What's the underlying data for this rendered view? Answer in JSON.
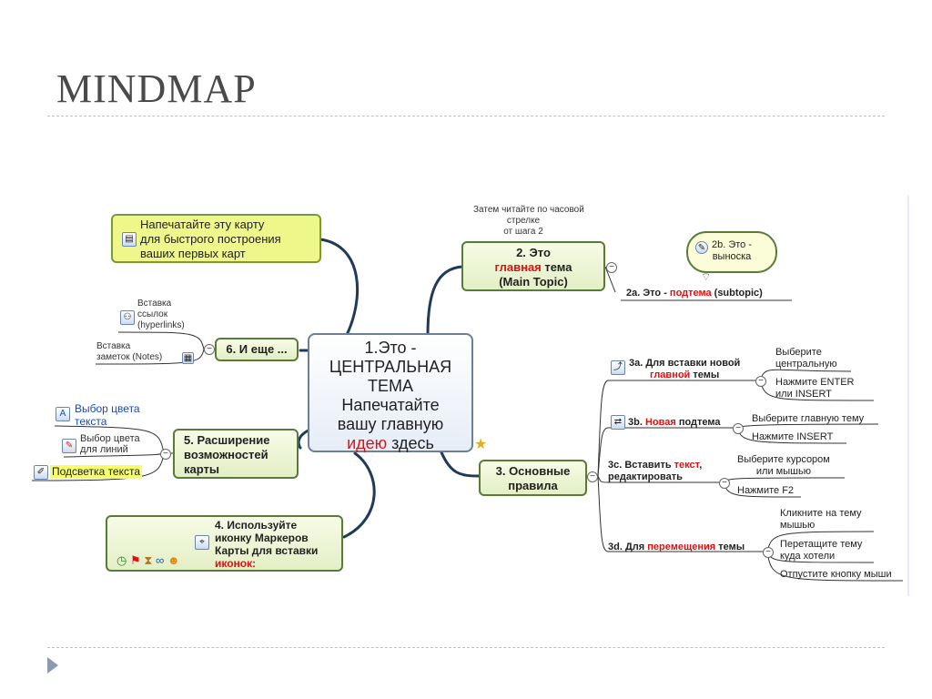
{
  "slide": {
    "title": "MINDMAP"
  },
  "central": {
    "line1": "1.Это -",
    "line2": "ЦЕНТРАЛЬНАЯ",
    "line3": "ТЕМА",
    "line4": "Напечатайте",
    "line5": "вашу главную",
    "line6_red": "идею",
    "line6_rest": " здесь"
  },
  "print_note": {
    "line1": "Напечатайте эту карту",
    "line2": "для быстрого построения",
    "line3": "ваших первых карт"
  },
  "clockwise_note": {
    "line1": "Затем читайте по часовой",
    "line2": "стрелке",
    "line3": "от шага 2"
  },
  "main_topic": {
    "line1": "2. Это",
    "line2_red": "главная",
    "line2_rest": " тема",
    "line3": "(Main Topic)"
  },
  "subtopic": {
    "prefix": "2a. Это - ",
    "red": "подтема",
    "suffix": " (subtopic)"
  },
  "callout": {
    "line1": "2b. Это -",
    "line2": "выноска"
  },
  "more": {
    "label": "6. И еще ...",
    "links_line1": "Вставка",
    "links_line2": "ссылок",
    "links_line3": "(hyperlinks)",
    "notes_line1": "Вставка",
    "notes_line2": "заметок (Notes)"
  },
  "extend": {
    "line1": "5. Расширение",
    "line2": "возможностей",
    "line3": "карты",
    "text_color_line1": "Выбор цвета",
    "text_color_line2": "текста",
    "line_color_line1": "Выбор цвета",
    "line_color_line2": "для линий",
    "highlight": "Подсветка текста"
  },
  "markers": {
    "line1": "4. Используйте",
    "line2": "иконку Маркеров",
    "line3": "Карты для вставки",
    "line4_red": "иконок:"
  },
  "rules": {
    "line1": "3. Основные",
    "line2": "правила",
    "r3a": {
      "line1": "3a. Для вставки новой",
      "line2_red": "главной",
      "line2_rest": " темы",
      "c1_line1": "Выберите",
      "c1_line2": "центральную",
      "c2_line1": "Нажмите ENTER",
      "c2_line2": "или INSERT"
    },
    "r3b": {
      "prefix": "3b. ",
      "red": "Новая",
      "suffix": " подтема",
      "c1": "Выберите главную тему",
      "c2": "Нажмите INSERT"
    },
    "r3c": {
      "line1_prefix": "3c. Вставить ",
      "line1_red": "текст",
      "line1_suffix": ",",
      "line2": "редактировать",
      "c1_line1": "Выберите курсором",
      "c1_line2": "или мышью",
      "c2": "Нажмите F2"
    },
    "r3d": {
      "prefix": "3d. Для ",
      "red": "перемещения",
      "suffix": " темы",
      "c1_line1": "Кликните на тему",
      "c1_line2": "мышью",
      "c2_line1": "Перетащите тему",
      "c2_line2": "куда хотели",
      "c3": "Отпустите кнопку мыши"
    }
  },
  "icons": [
    "print-icon",
    "hyperlink-icon",
    "note-icon",
    "text-color-icon",
    "line-color-icon",
    "highlight-icon",
    "marker-icon",
    "clock-icon",
    "flag-icon",
    "hourglass-icon",
    "link-icon",
    "smiley-icon",
    "subtopic-icon",
    "new-subtopic-icon",
    "star-icon"
  ],
  "colors": {
    "accent_red": "#d11111",
    "branch_dark": "#1f3a5a",
    "box_border": "#5a7a3a"
  }
}
